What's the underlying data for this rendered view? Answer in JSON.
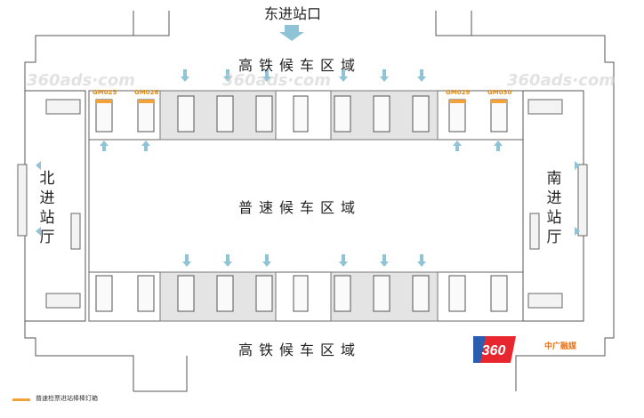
{
  "entrance_top": "东进站口",
  "hs_area_top": "高铁候车区域",
  "hs_area_bottom": "高铁候车区域",
  "normal_area": "普速候车区域",
  "north_hall": "北进站厅",
  "south_hall": "南进站厅",
  "gm_labels": [
    "GM025",
    "GM026",
    "GM029",
    "GM030"
  ],
  "legend_text": "普速检票进站棒棒灯箱",
  "brand_text": "中广融媒",
  "logo_text": "360",
  "watermark": "360ads·com",
  "colors": {
    "accent": "#f3a23a",
    "arrow": "#8fc3d6",
    "line": "#555555"
  }
}
